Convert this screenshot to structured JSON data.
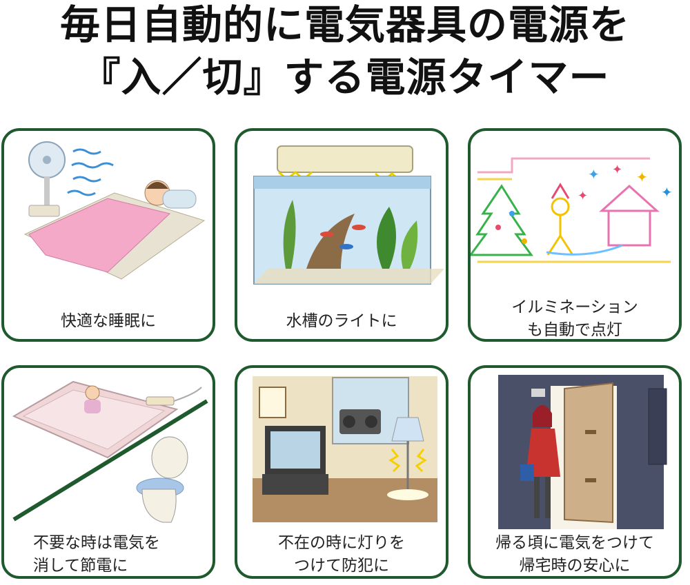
{
  "header": {
    "line1": "毎日自動的に電気器具の電源を",
    "line2": "『入／切』する電源タイマー"
  },
  "cards": [
    {
      "lines": [
        "快適な睡眠に"
      ],
      "icon": "sleeping-with-fan"
    },
    {
      "lines": [
        "水槽のライトに"
      ],
      "icon": "aquarium-light"
    },
    {
      "lines": [
        "イルミネーション",
        "も自動で点灯"
      ],
      "icon": "neon-illumination"
    },
    {
      "lines": [
        "不要な時は電気を",
        "消して節電に"
      ],
      "icon": "heated-carpet-and-toilet"
    },
    {
      "lines": [
        "不在の時に灯りを",
        "つけて防犯に"
      ],
      "icon": "room-with-tv-and-lamp"
    },
    {
      "lines": [
        "帰る頃に電気をつけて",
        "帰宅時の安心に"
      ],
      "icon": "woman-at-door"
    }
  ],
  "colors": {
    "frame": "#1f5a2e",
    "text": "#1a1a1a"
  }
}
